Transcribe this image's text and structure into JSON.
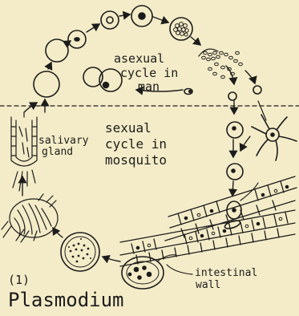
{
  "labels": {
    "asexual_1": "asexual",
    "asexual_2": "cycle in",
    "asexual_3": "man",
    "sexual_1": "sexual",
    "sexual_2": "cycle in",
    "sexual_3": "mosquito",
    "salivary_1": "salivary",
    "salivary_2": "gland",
    "intestinal_1": "intestinal",
    "intestinal_2": "wall",
    "figure_number": "(1)",
    "caption": "Plasmodium"
  },
  "colors": {
    "ink": "#1c1c1c",
    "paper": "#f4ecc8"
  }
}
